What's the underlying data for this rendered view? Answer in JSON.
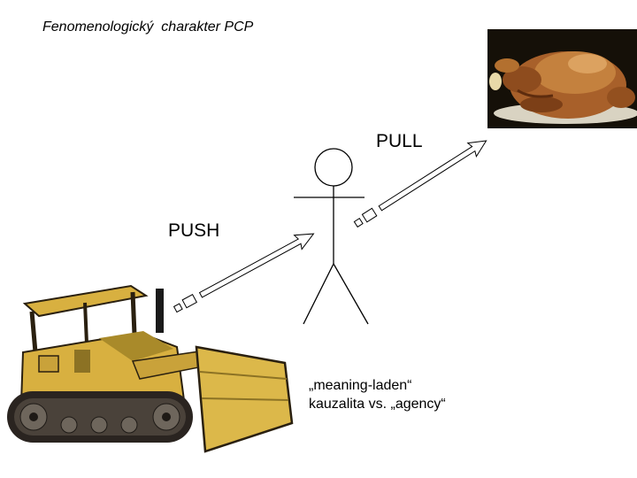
{
  "title": "Fenomenologický  charakter PCP",
  "pull_label": "PULL",
  "push_label": "PUSH",
  "caption": {
    "line1": "„meaning-laden“",
    "line2": "kauzalita vs. „agency“"
  },
  "images": {
    "top_right": "roast-turkey-photo",
    "bottom_left": "bulldozer-photo"
  },
  "colors": {
    "bulldozer_yellow": "#d8b040",
    "turkey_brown": "#a8602a",
    "ink": "#000000"
  }
}
